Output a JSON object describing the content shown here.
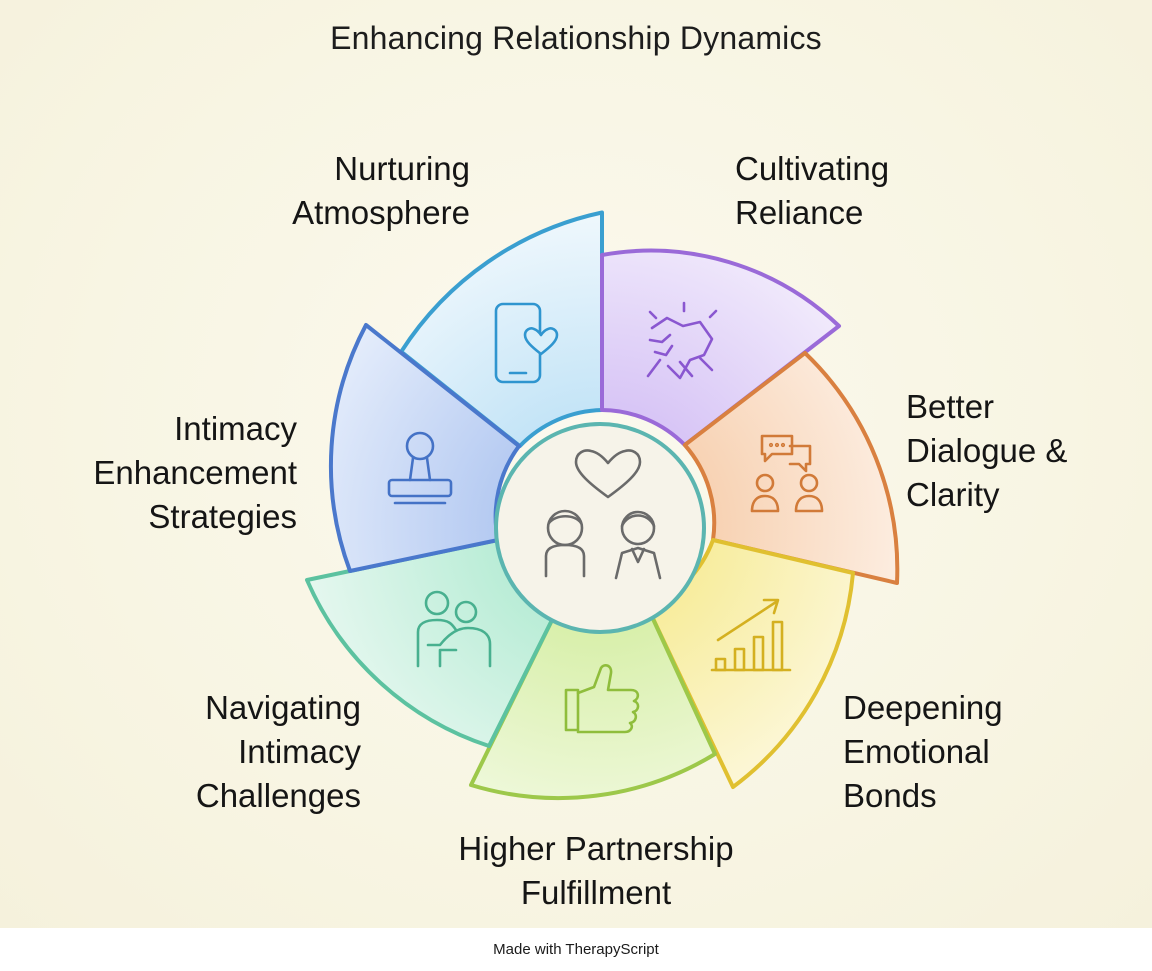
{
  "title": "Enhancing Relationship Dynamics",
  "segments": [
    {
      "label": "Nurturing\nAtmosphere",
      "icon": "phone-heart-icon",
      "color": "#3a9fd0"
    },
    {
      "label": "Cultivating\nReliance",
      "icon": "handshake-icon",
      "color": "#9a6ad8"
    },
    {
      "label": "Better\nDialogue &\nClarity",
      "icon": "conversation-icon",
      "color": "#d98040"
    },
    {
      "label": "Deepening\nEmotional\nBonds",
      "icon": "growth-chart-icon",
      "color": "#e0c030"
    },
    {
      "label": "Higher Partnership\nFulfillment",
      "icon": "thumbs-up-icon",
      "color": "#9dc84a"
    },
    {
      "label": "Navigating\nIntimacy\nChallenges",
      "icon": "embrace-icon",
      "color": "#5cc2a0"
    },
    {
      "label": "Intimacy\nEnhancement\nStrategies",
      "icon": "stamp-icon",
      "color": "#4a78cc"
    }
  ],
  "center": {
    "icon": "couple-heart-icon"
  },
  "footer": "Made with TherapyScript"
}
